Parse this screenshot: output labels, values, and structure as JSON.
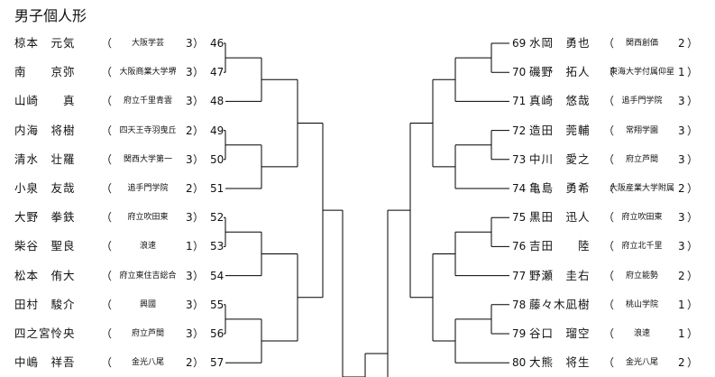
{
  "title": "男子個人形",
  "left": [
    {
      "name": "椋本　元気",
      "school": "大阪学芸",
      "grade": "3",
      "num": "46"
    },
    {
      "name": "南　　京弥",
      "school": "大阪商業大学堺",
      "grade": "3",
      "num": "47"
    },
    {
      "name": "山崎　　真",
      "school": "府立千里青雲",
      "grade": "3",
      "num": "48"
    },
    {
      "name": "内海　将樹",
      "school": "四天王寺羽曳丘",
      "grade": "2",
      "num": "49"
    },
    {
      "name": "清水　壮羅",
      "school": "関西大学第一",
      "grade": "3",
      "num": "50"
    },
    {
      "name": "小泉　友哉",
      "school": "追手門学院",
      "grade": "2",
      "num": "51"
    },
    {
      "name": "大野　拳鉄",
      "school": "府立吹田東",
      "grade": "3",
      "num": "52"
    },
    {
      "name": "柴谷　聖良",
      "school": "浪速",
      "grade": "1",
      "num": "53"
    },
    {
      "name": "松本　侑大",
      "school": "府立東住吉総合",
      "grade": "3",
      "num": "54"
    },
    {
      "name": "田村　駿介",
      "school": "興國",
      "grade": "3",
      "num": "55"
    },
    {
      "name": "四之宮怜央",
      "school": "府立芦間",
      "grade": "3",
      "num": "56"
    },
    {
      "name": "中嶋　祥吾",
      "school": "金光八尾",
      "grade": "2",
      "num": "57"
    }
  ],
  "right": [
    {
      "num": "69",
      "name": "水岡　勇也",
      "school": "関西創価",
      "grade": "2"
    },
    {
      "num": "70",
      "name": "磯野　拓人",
      "school": "東海大学付属仰星",
      "grade": "1"
    },
    {
      "num": "71",
      "name": "真崎　悠哉",
      "school": "追手門学院",
      "grade": "3"
    },
    {
      "num": "72",
      "name": "造田　莞輔",
      "school": "常翔学園",
      "grade": "3"
    },
    {
      "num": "73",
      "name": "中川　愛之",
      "school": "府立芦間",
      "grade": "3"
    },
    {
      "num": "74",
      "name": "亀島　勇希",
      "school": "大阪産業大学附属",
      "grade": "2"
    },
    {
      "num": "75",
      "name": "黒田　迅人",
      "school": "府立吹田東",
      "grade": "3"
    },
    {
      "num": "76",
      "name": "吉田　　陸",
      "school": "府立北千里",
      "grade": "3"
    },
    {
      "num": "77",
      "name": "野瀬　圭右",
      "school": "府立能勢",
      "grade": "2"
    },
    {
      "num": "78",
      "name": "藤々木凪樹",
      "school": "桃山学院",
      "grade": "1"
    },
    {
      "num": "79",
      "name": "谷口　瑠空",
      "school": "浪速",
      "grade": "1"
    },
    {
      "num": "80",
      "name": "大熊　将生",
      "school": "金光八尾",
      "grade": "2"
    }
  ]
}
